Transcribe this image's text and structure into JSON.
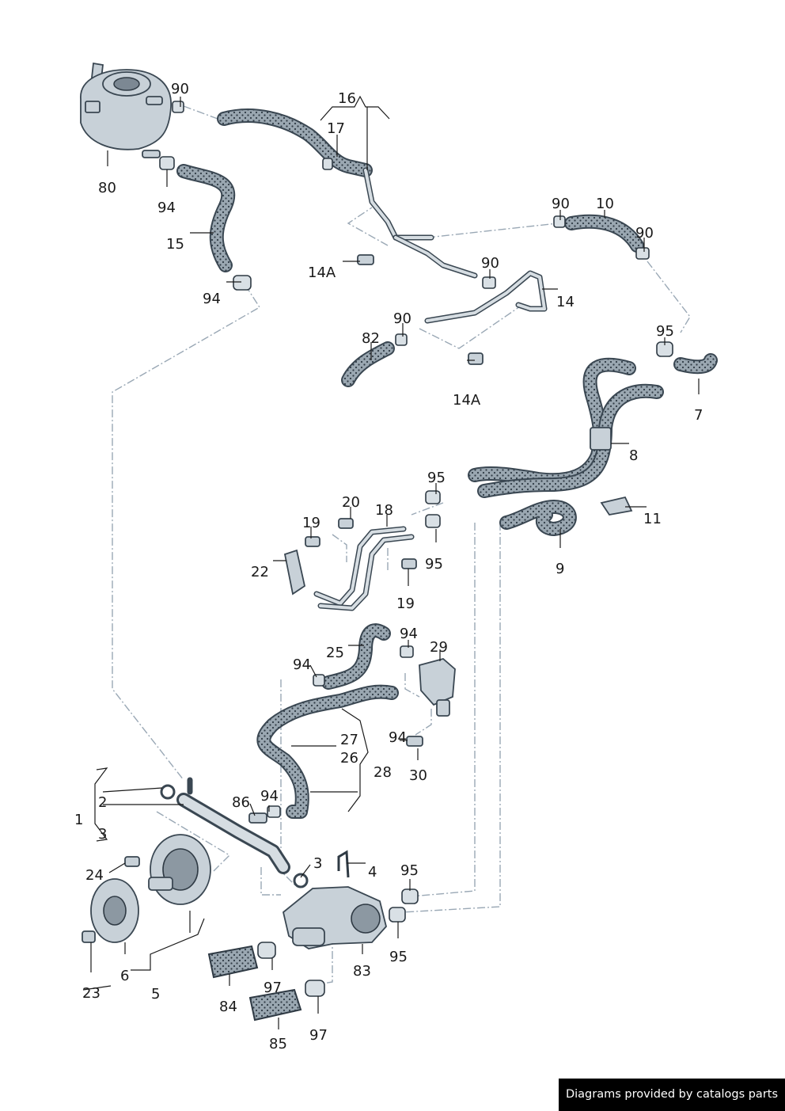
{
  "labels": {
    "l80": "80",
    "l90a": "90",
    "l94a": "94",
    "l15": "15",
    "l94b": "94",
    "l16": "16",
    "l17": "17",
    "l14a_1": "14A",
    "l90b": "90",
    "l10": "10",
    "l90c": "90",
    "l90d": "90",
    "l14": "14",
    "l90e": "90",
    "l82": "82",
    "l14a_2": "14A",
    "l95a": "95",
    "l7": "7",
    "l8": "8",
    "l95b": "95",
    "l20": "20",
    "l18": "18",
    "l19a": "19",
    "l22": "22",
    "l95c": "95",
    "l19b": "19",
    "l11": "11",
    "l9": "9",
    "l25": "25",
    "l94c": "94",
    "l29": "29",
    "l94d": "94",
    "l27": "27",
    "l26": "26",
    "l28": "28",
    "l94e": "94",
    "l30": "30",
    "l2": "2",
    "l1": "1",
    "l3a": "3",
    "l86": "86",
    "l94f": "94",
    "l3b": "3",
    "l4": "4",
    "l95d": "95",
    "l95e": "95",
    "l24": "24",
    "l23": "23",
    "l6": "6",
    "l5": "5",
    "l83": "83",
    "l84": "84",
    "l97a": "97",
    "l85": "85",
    "l97b": "97"
  },
  "footer": {
    "text": "Diagrams provided by catalogs parts"
  },
  "colors": {
    "line": "#3a4752",
    "dash": "#9aa8b5",
    "part_fill": "#aeb9c2",
    "footer_bg": "#000000"
  }
}
